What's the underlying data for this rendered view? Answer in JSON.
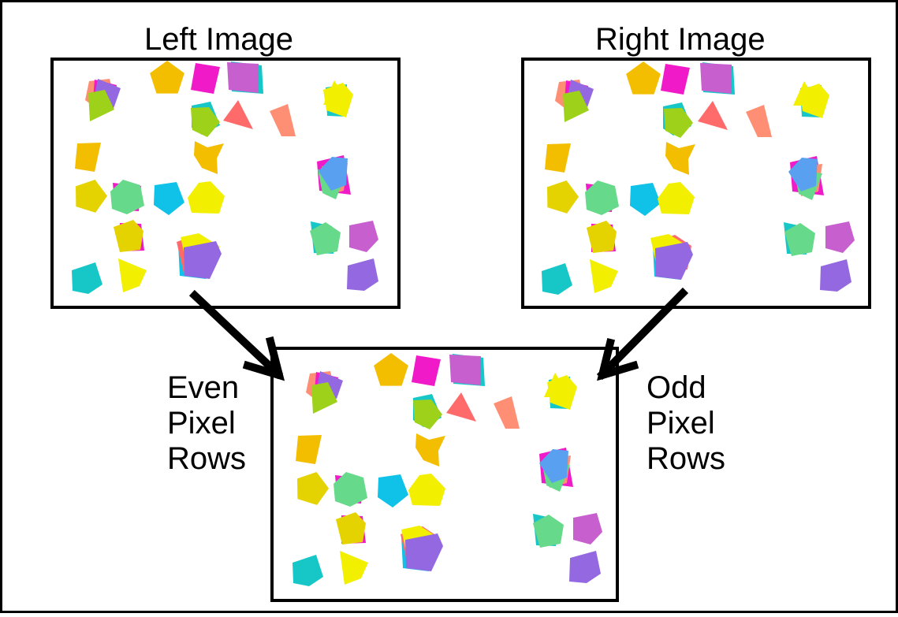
{
  "titles": {
    "left": "Left Image",
    "right": "Right Image"
  },
  "labels": {
    "even": [
      "Even",
      "Pixel",
      "Rows"
    ],
    "odd": [
      "Odd",
      "Pixel",
      "Rows"
    ]
  },
  "colors": {
    "border": "#000000",
    "background": "#ffffff",
    "gold": "#f4be00",
    "magenta": "#f01ac8",
    "orchid": "#c85fcf",
    "purple": "#9468e0",
    "green": "#9ed11a",
    "teal": "#17c7c8",
    "salmon": "#ff6b6b",
    "peach": "#ff8f74",
    "yellow": "#f2f000",
    "olive": "#e4d300",
    "blue": "#5aa0f0",
    "mint": "#67d98a",
    "cyan": "#10c2e8"
  },
  "shape_names": [
    "orange-polygon-cluster",
    "gold-pentagon",
    "magenta-square",
    "orchid-square",
    "yellow-polygon-cluster",
    "green-teal-cluster",
    "salmon-triangle",
    "peach-quad",
    "gold-quad",
    "gold-star",
    "blue-polygon-cluster",
    "olive-pentagon",
    "mint-polygon-cluster",
    "cyan-pentagon",
    "yellow-pentagon",
    "olive-polygon-cluster",
    "purple-polygon-cluster",
    "mint-teal-cluster",
    "orchid-pentagon",
    "teal-pentagon",
    "yellow-quad",
    "purple-pentagon"
  ]
}
